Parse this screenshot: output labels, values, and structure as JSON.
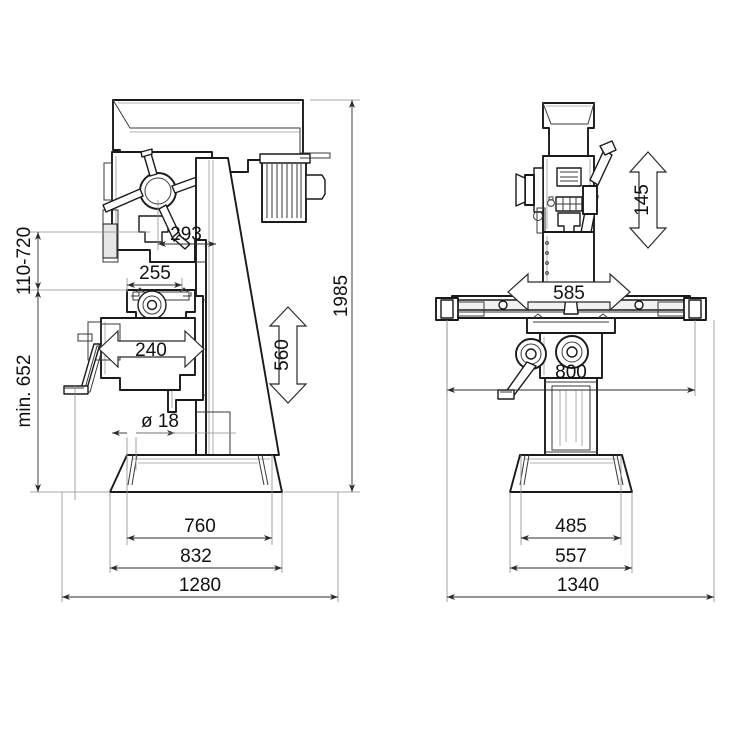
{
  "drawing": {
    "title": "Milling machine dimensional drawing",
    "background_color": "#ffffff",
    "line_color": "#1a1a1a",
    "dim_color": "#2b2b2b",
    "views": [
      {
        "name": "side-view",
        "position": "left"
      },
      {
        "name": "front-view",
        "position": "right"
      }
    ]
  },
  "side_view": {
    "dimensions": {
      "head_travel": "293",
      "table_to_spindle": "255",
      "table_travel_x": "240",
      "knee_travel": "560",
      "overall_height": "1985",
      "spindle_height_range": "110-720",
      "min_height": "min. 652",
      "bolt_hole_diameter": "ø 18",
      "base_top_width": "760",
      "base_mid_width": "832",
      "base_bottom_width": "1280"
    }
  },
  "front_view": {
    "dimensions": {
      "quill_travel": "145",
      "head_width": "585",
      "table_length": "800",
      "base_top_width": "485",
      "base_mid_width": "557",
      "base_bottom_width": "1340"
    }
  },
  "labels": {
    "diameter_symbol": "ø"
  }
}
